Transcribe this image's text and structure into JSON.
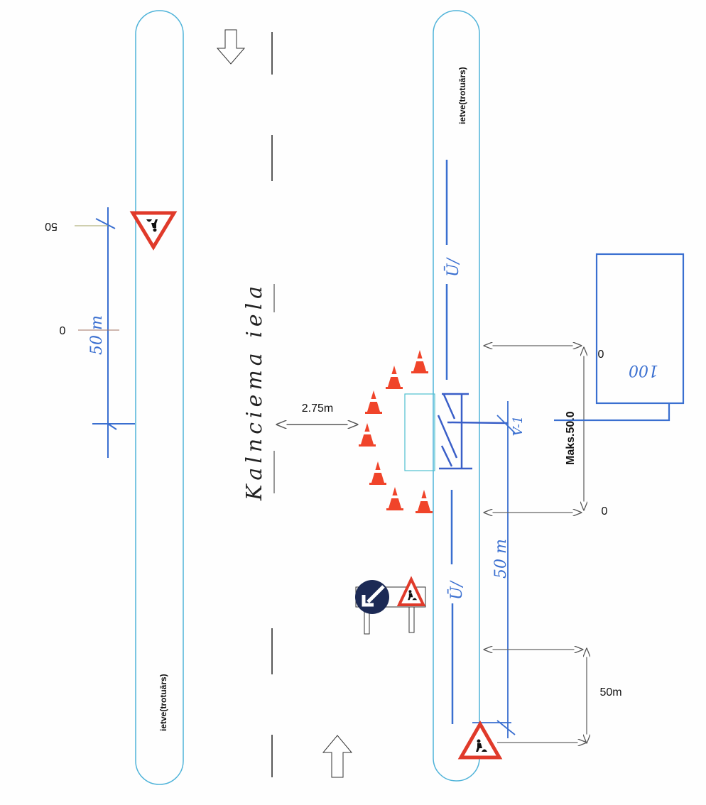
{
  "sidewalk_left_label": "ietve(trotuārs)",
  "sidewalk_right_label": "ietve(trotuārs)",
  "street_name": "Kalnciema iela",
  "lane_width_label": "2.75m",
  "left_dimension": {
    "top_label": "50",
    "mid_label": "0",
    "length_label": "50 m"
  },
  "right_dimension": {
    "length_label": "50 m",
    "max_label": "Maks.50.0",
    "zero_top": "0",
    "zero_bottom": "0",
    "box_label": "100",
    "marker_label": "V-1",
    "sign_distance_label": "50m"
  },
  "lane_marks": [
    "Ū/",
    "Ū/"
  ],
  "icons": [
    "arrow-down-outline",
    "arrow-up-outline",
    "road-works-sign",
    "keep-left-sign",
    "traffic-cone"
  ],
  "colors": {
    "sidewalk": "#4fb3d9",
    "pen_blue": "#3a6fd0",
    "cone_red": "#f0442a",
    "sign_navy": "#1c2a55"
  }
}
